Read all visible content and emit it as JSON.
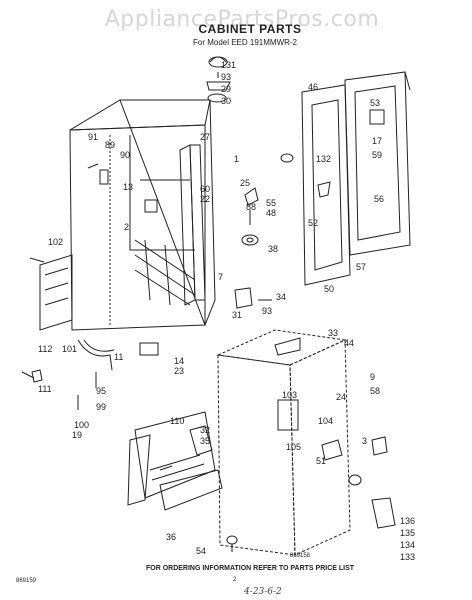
{
  "watermark": "AppliancePartsPros.com",
  "title": "CABINET PARTS",
  "subtitle": "For Model EED 191MMWR-2",
  "footer": "FOR ORDERING INFORMATION REFER TO PARTS PRICE LIST",
  "ref_code": "869158",
  "left_code": "869159",
  "page_number": "2",
  "handwriting": "4-23-6-2",
  "callouts": [
    "131",
    "93",
    "29",
    "30",
    "46",
    "53",
    "17",
    "59",
    "91",
    "89",
    "90",
    "27",
    "1",
    "13",
    "60",
    "22",
    "2",
    "25",
    "55",
    "48",
    "132",
    "88",
    "38",
    "52",
    "56",
    "57",
    "50",
    "102",
    "7",
    "34",
    "93",
    "31",
    "33",
    "44",
    "9",
    "58",
    "24",
    "112",
    "101",
    "11",
    "14",
    "23",
    "111",
    "95",
    "99",
    "100",
    "19",
    "110",
    "32",
    "35",
    "103",
    "104",
    "105",
    "51",
    "3",
    "36",
    "54",
    "136",
    "135",
    "134",
    "133"
  ],
  "colors": {
    "ink": "#222222",
    "watermark": "#d6d6d6",
    "paper": "#ffffff"
  }
}
